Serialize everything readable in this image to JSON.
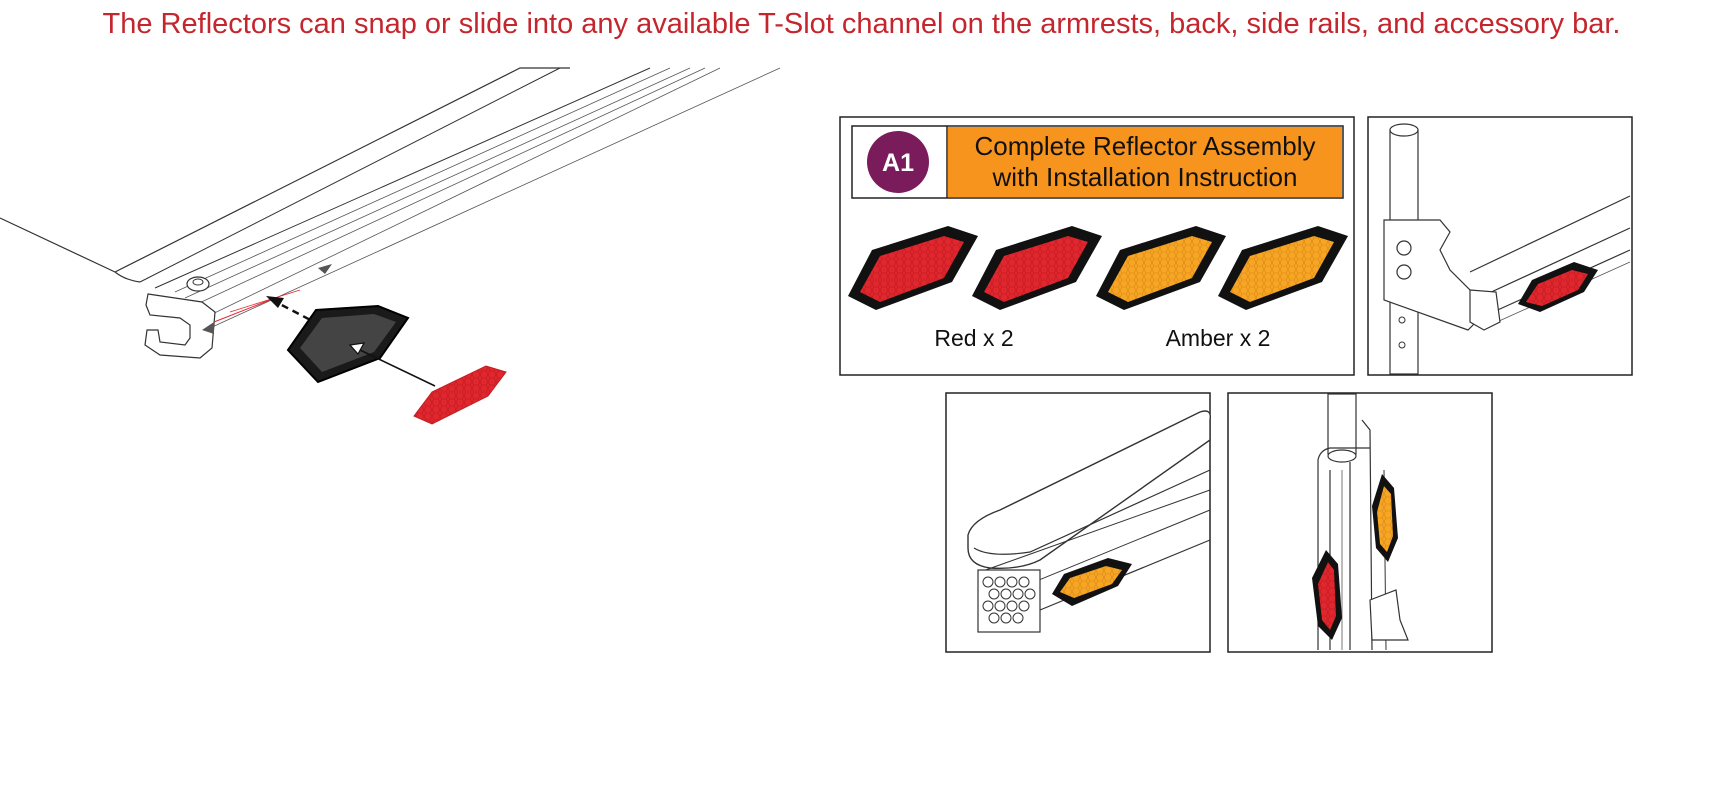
{
  "headline": "The Reflectors can snap or slide into any available T-Slot channel on the armrests, back, side rails, and accessory bar.",
  "kit": {
    "badge": "A1",
    "title_line1": "Complete Reflector Assembly",
    "title_line2": "with Installation Instruction",
    "red_caption": "Red x 2",
    "amber_caption": "Amber x 2"
  },
  "colors": {
    "headline_red": "#c4262e",
    "reflector_red": "#e1262d",
    "reflector_amber": "#f6a623",
    "badge_purple": "#7a1b5c",
    "title_orange": "#f7941d",
    "holder_black": "#1a1a1a"
  }
}
